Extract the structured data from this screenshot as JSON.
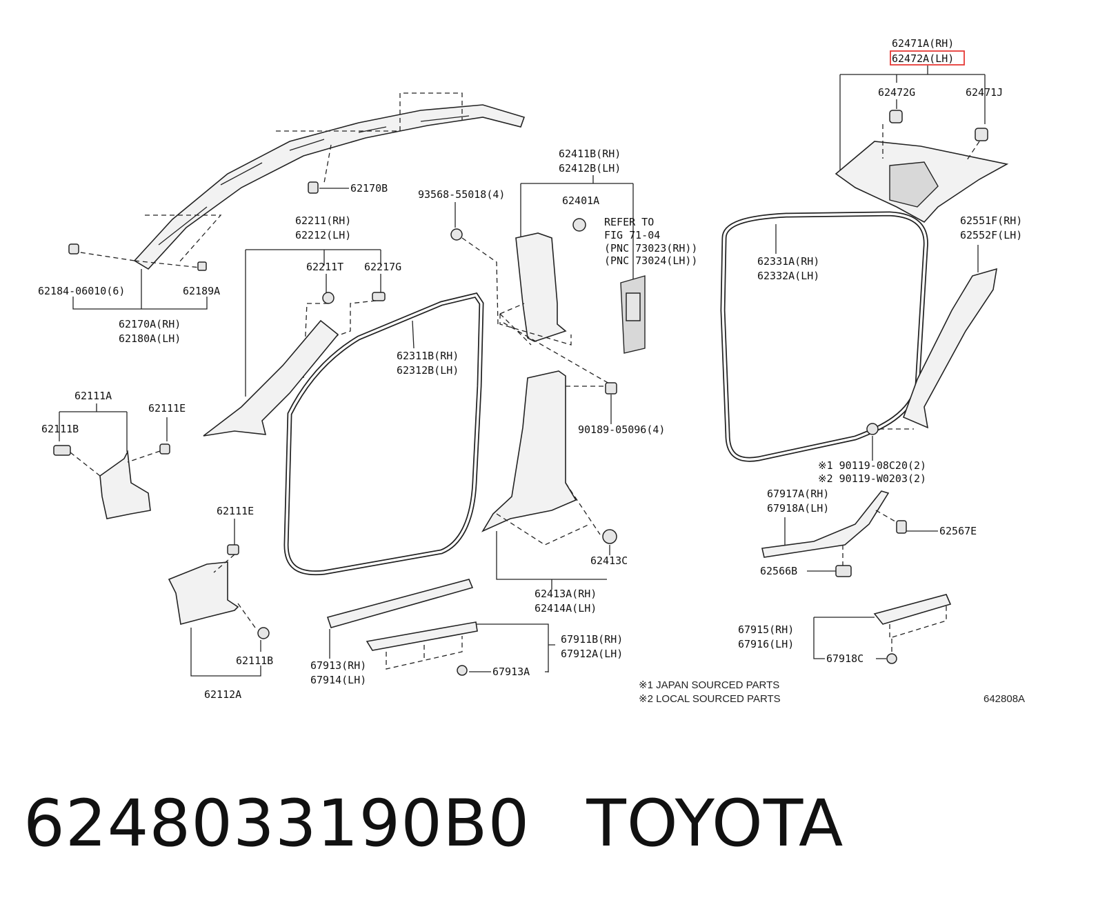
{
  "labels": {
    "p62471A_RH": "62471A(RH)",
    "p62472A_LH": "62472A(LH)",
    "p62472G": "62472G",
    "p62471J": "62471J",
    "p62170B": "62170B",
    "p93568": "93568-55018(4)",
    "p62411B": "62411B(RH)",
    "p62412B": "62412B(LH)",
    "p62401A": "62401A",
    "refer1": "REFER TO",
    "refer2": "FIG 71-04",
    "refer3": "(PNC 73023(RH))",
    "refer4": "(PNC 73024(LH))",
    "p62551F": "62551F(RH)",
    "p62552F": "62552F(LH)",
    "p62211": "62211(RH)",
    "p62212": "62212(LH)",
    "p62211T": "62211T",
    "p62217G": "62217G",
    "p62331A": "62331A(RH)",
    "p62332A": "62332A(LH)",
    "p62184": "62184-06010(6)",
    "p62189A": "62189A",
    "p62170A": "62170A(RH)",
    "p62180A": "62180A(LH)",
    "p62311B": "62311B(RH)",
    "p62312B": "62312B(LH)",
    "p62111A": "62111A",
    "p62111E_top": "62111E",
    "p62111B_top": "62111B",
    "p90189": "90189-05096(4)",
    "p90119a": "※1 90119-08C20(2)",
    "p90119b": "※2 90119-W0203(2)",
    "p67917A": "67917A(RH)",
    "p67918A": "67918A(LH)",
    "p62567E": "62567E",
    "p62111E_bot": "62111E",
    "p62413C": "62413C",
    "p62566B": "62566B",
    "p62413A": "62413A(RH)",
    "p62414A": "62414A(LH)",
    "p67911B": "67911B(RH)",
    "p67912A": "67912A(LH)",
    "p67915": "67915(RH)",
    "p67916": "67916(LH)",
    "p67918C": "67918C",
    "p62111B_bot": "62111B",
    "p67913_RH": "67913(RH)",
    "p67914_LH": "67914(LH)",
    "p67913A": "67913A",
    "p62112A": "62112A"
  },
  "notes": {
    "note1": "※1  JAPAN SOURCED PARTS",
    "note2": "※2  LOCAL SOURCED PARTS",
    "ref_code": "642808A"
  },
  "footer": {
    "part_number": "6248033190B0",
    "brand": "TOYOTA"
  },
  "highlight": {
    "color": "#e53935",
    "target": "62472A(LH)"
  }
}
